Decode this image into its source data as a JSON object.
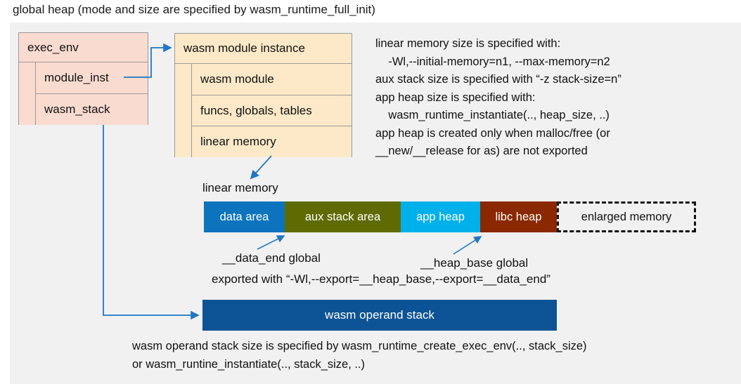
{
  "title": "global heap (mode and size are specified by wasm_runtime_full_init)",
  "exec_env": {
    "header": "exec_env",
    "rows": [
      "module_inst",
      "wasm_stack"
    ],
    "fill": "#fadbd0"
  },
  "module_instance": {
    "header": "wasm module instance",
    "rows": [
      "wasm module",
      "funcs, globals, tables",
      "linear memory"
    ],
    "fill": "#fde9c8"
  },
  "info_text": "linear memory size is specified with:\n    -Wl,--initial-memory=n1, --max-memory=n2\naux stack size is specified with “-z stack-size=n”\napp heap size is specified with:\n    wasm_runtime_instantiate(.., heap_size, ..)\napp heap is created only when malloc/free (or\n__new/__release for as) are not exported",
  "linear_memory": {
    "label": "linear memory",
    "segments": [
      {
        "label": "data area",
        "color": "#0c73bd",
        "width": 115,
        "style": "solid"
      },
      {
        "label": "aux stack area",
        "color": "#5e6b02",
        "width": 165,
        "style": "solid"
      },
      {
        "label": "app heap",
        "color": "#00b0ea",
        "width": 113,
        "style": "solid"
      },
      {
        "label": "libc heap",
        "color": "#8a2802",
        "width": 109,
        "style": "solid"
      },
      {
        "label": "enlarged memory",
        "color": "#f1f1f1",
        "width": 198,
        "style": "dashed"
      }
    ]
  },
  "callouts": {
    "data_end": "__data_end global",
    "heap_base": "__heap_base global",
    "exported_with": "exported with “-Wl,--export=__heap_base,--export=__data_end”"
  },
  "operand_stack": {
    "label": "wasm operand stack",
    "color": "#0b5394"
  },
  "bottom_text": "wasm operand stack size is specified by wasm_runtime_create_exec_env(.., stack_size)\nor wasm_runtine_instantiate(.., stack_size, ..)",
  "colors": {
    "arrow": "#1f77c4",
    "panel_bg": "#f1f1f1",
    "border": "#9a9a9a"
  }
}
